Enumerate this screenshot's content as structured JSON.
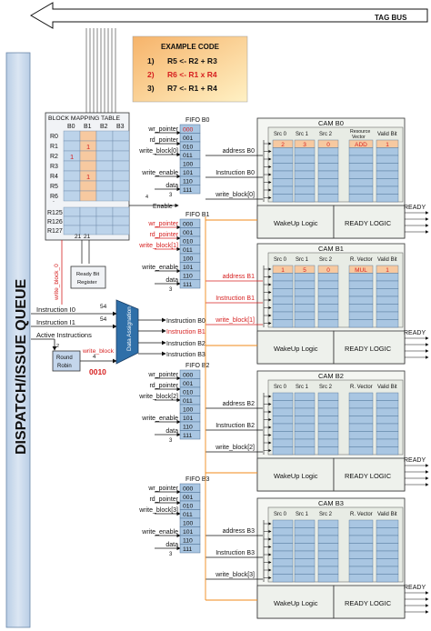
{
  "tag_bus": "TAG BUS",
  "dispatch_queue": "DISPATCH/ISSUE QUEUE",
  "example_code": {
    "title": "EXAMPLE CODE",
    "lines": [
      {
        "num": "1)",
        "text": "R5 <- R2 + R3",
        "color": "#111111"
      },
      {
        "num": "2)",
        "text": "R6 <- R1 x R4",
        "color": "#d62020"
      },
      {
        "num": "3)",
        "text": "R7 <- R1 + R4",
        "color": "#111111"
      }
    ]
  },
  "block_mapping_table": {
    "title": "BLOCK MAPPING TABLE",
    "cols": [
      "B0",
      "B1",
      "B2",
      "B3"
    ],
    "rows_top": [
      "R0",
      "R1",
      "R2",
      "R3",
      "R4",
      "R5",
      "R6"
    ],
    "rows_bottom": [
      "R125",
      "R126",
      "R127"
    ],
    "marks": [
      {
        "row": "R1",
        "col": "B1",
        "v": "1"
      },
      {
        "row": "R2",
        "col": "B0",
        "v": "1"
      },
      {
        "row": "R4",
        "col": "B1",
        "v": "1"
      }
    ]
  },
  "bus_labels": [
    "21",
    "21"
  ],
  "enable": "Enable",
  "enable_width": "4",
  "ready_bit_register": "Ready Bit Register",
  "round_robin": "Round Robin",
  "data_assignation": "Data Assignation",
  "instruction_i0": "Instruction I0",
  "instruction_i1": "Instruction I1",
  "active_instructions": "Active Instructions",
  "width_54a": "54",
  "width_54b": "54",
  "write_block_red": "write_block",
  "write_block_vertical": "write_block_0",
  "rr_width_2": "2",
  "rr_width_4": "4",
  "rr_value": "0010",
  "assign_outputs": [
    "Instruction B0",
    "Instruction B1",
    "Instruction B2",
    "Instruction B3"
  ],
  "fifos": [
    {
      "name": "FIFO B0",
      "wr_pointer": "wr_pointer",
      "rd_pointer": "rd_pointer",
      "write_block": "write_block[0]",
      "write_enable": "write_enable",
      "data": "data",
      "data_width": "3",
      "slots": [
        "000",
        "001",
        "010",
        "011",
        "100",
        "101",
        "110",
        "111"
      ],
      "red_slot": "000",
      "red_labels": false
    },
    {
      "name": "FIFO B1",
      "wr_pointer": "wr_pointer",
      "rd_pointer": "rd_pointer",
      "write_block": "write_block[1]",
      "write_enable": "write_enable",
      "data": "data",
      "data_width": "3",
      "slots": [
        "000",
        "001",
        "010",
        "011",
        "100",
        "101",
        "110",
        "111"
      ],
      "red_slot": "",
      "red_labels": true
    },
    {
      "name": "FIFO B2",
      "wr_pointer": "wr_pointer",
      "rd_pointer": "rd_pointer",
      "write_block": "write_block[2]",
      "write_enable": "write_enable",
      "data": "data",
      "data_width": "3",
      "slots": [
        "000",
        "001",
        "010",
        "011",
        "100",
        "101",
        "110",
        "111"
      ],
      "red_slot": "",
      "red_labels": false
    },
    {
      "name": "FIFO B3",
      "wr_pointer": "wr_pointer",
      "rd_pointer": "rd_pointer",
      "write_block": "write_block[3]",
      "write_enable": "write_enable",
      "data": "data",
      "data_width": "3",
      "slots": [
        "000",
        "001",
        "010",
        "011",
        "100",
        "101",
        "110",
        "111"
      ],
      "red_slot": "",
      "red_labels": false
    }
  ],
  "cams": [
    {
      "name": "CAM B0",
      "address": "address B0",
      "instruction": "Instruction B0",
      "write_block": "write_block[0]",
      "cols": [
        "Src 0",
        "Src 1",
        "Src 2",
        "Resource Vector",
        "Valid Bit"
      ],
      "first_row": [
        "2",
        "3",
        "0",
        "ADD",
        "1"
      ],
      "red": false
    },
    {
      "name": "CAM B1",
      "address": "address B1",
      "instruction": "Instruction B1",
      "write_block": "write_block[1]",
      "cols": [
        "Src 0",
        "Src 1",
        "Src 2",
        "R. Vector",
        "Valid Bit"
      ],
      "first_row": [
        "1",
        "5",
        "0",
        "MUL",
        "1"
      ],
      "red": true
    },
    {
      "name": "CAM B2",
      "address": "address B2",
      "instruction": "Instruction B2",
      "write_block": "write_block[2]",
      "cols": [
        "Src 0",
        "Src 1",
        "Src 2",
        "R. Vector",
        "Valid Bit"
      ],
      "first_row": [],
      "red": false
    },
    {
      "name": "CAM B3",
      "address": "address B3",
      "instruction": "Instruction B3",
      "write_block": "write_block[3]",
      "cols": [
        "Src 0",
        "Src 1",
        "Src 2",
        "R. Vector",
        "Valid Bit"
      ],
      "first_row": [],
      "red": false
    }
  ],
  "wakeup_logic": "WakeUp Logic",
  "ready_logic": "READY LOGIC",
  "ready": "READY",
  "colors": {
    "blue": "#a9c6e2",
    "blue_dark": "#2f6fa8",
    "orange": "#f08a1a",
    "red": "#d62020",
    "queue": "#c9d8ea",
    "cam": "#eef1ec"
  }
}
